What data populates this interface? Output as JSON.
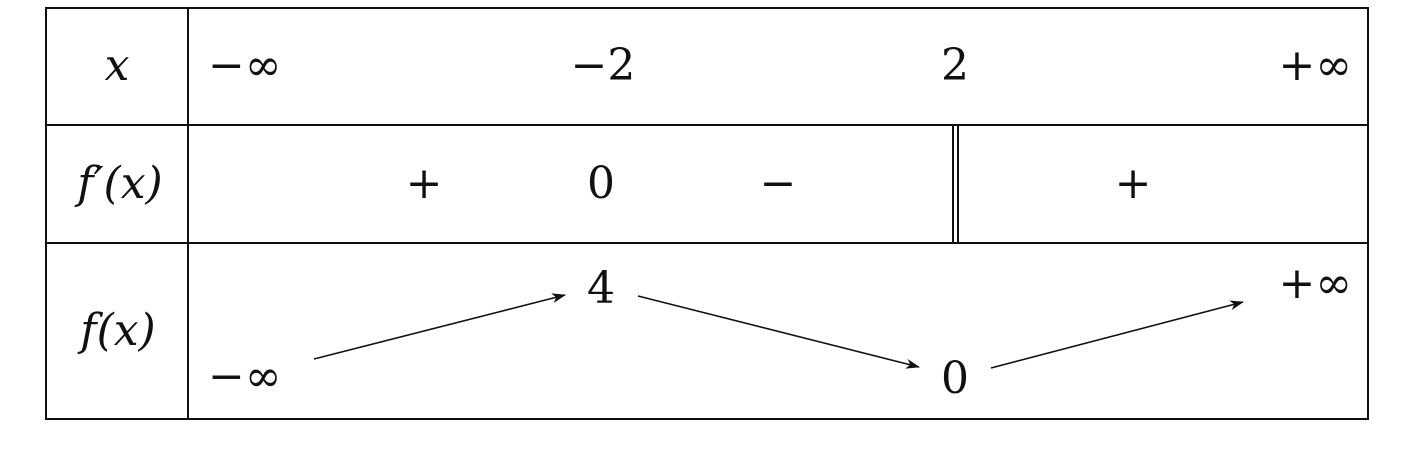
{
  "table": {
    "row_headers": {
      "x": "x",
      "derivative": "f′(x)",
      "function": "f(x)"
    },
    "x_values": [
      "−∞",
      "−2",
      "2",
      "+∞"
    ],
    "derivative_signs": {
      "interval_1": "+",
      "at_minus_2": "0",
      "interval_2": "−",
      "interval_3": "+"
    },
    "function_values": {
      "start": "−∞",
      "at_minus_2": "4",
      "at_2": "0",
      "end": "+∞"
    }
  }
}
